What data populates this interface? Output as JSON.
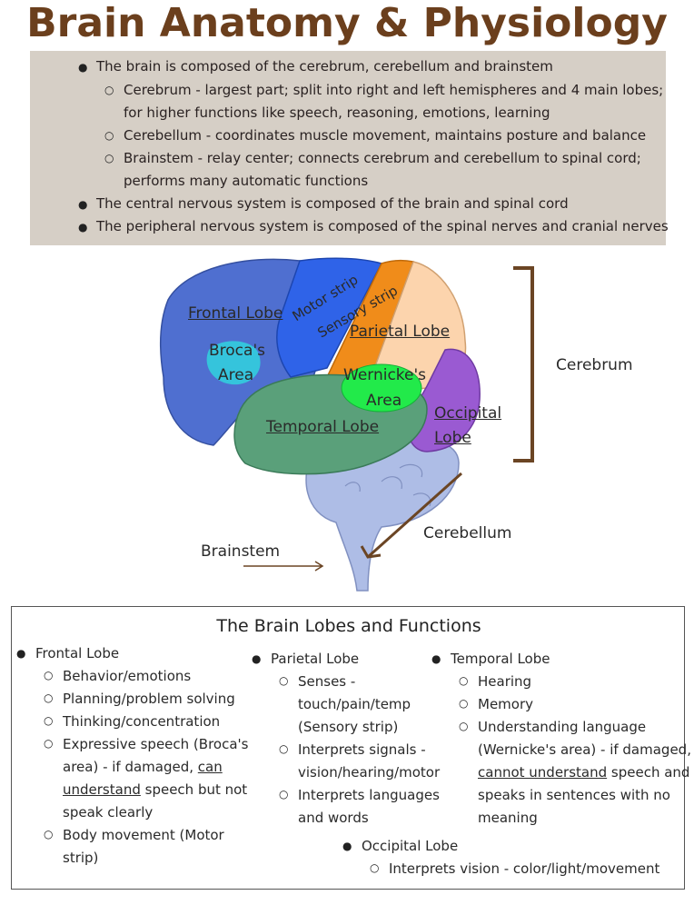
{
  "title": "Brain Anatomy & Physiology",
  "overview": {
    "b1": "The brain is composed of the cerebrum, cerebellum and brainstem",
    "s1a": "Cerebrum -  largest part; split into right and left hemispheres and 4 main lobes;",
    "s1b": "for higher functions like speech, reasoning, emotions, learning",
    "s2": "Cerebellum - coordinates muscle movement, maintains posture and balance",
    "s3a": "Brainstem - relay center; connects cerebrum and cerebellum to spinal cord;",
    "s3b": "performs many automatic functions",
    "b2": "The central nervous system is composed of the brain and spinal cord",
    "b3": "The peripheral nervous system is composed of the spinal nerves and cranial nerves"
  },
  "diagram": {
    "frontal": "Frontal Lobe",
    "broca1": "Broca's",
    "broca2": "Area",
    "motor": "Motor strip",
    "sensory": "Sensory strip",
    "parietal": "Parietal Lobe",
    "wernicke1": "Wernicke's",
    "wernicke2": "Area",
    "temporal": "Temporal Lobe",
    "occipital1": "Occipital",
    "occipital2": "Lobe",
    "cerebrum": "Cerebrum",
    "cerebellum": "Cerebellum",
    "brainstem": "Brainstem",
    "colors": {
      "frontal": "#4f6fd0",
      "motor": "#2f63e8",
      "sensory": "#f08c1a",
      "parietal": "#fcd4ad",
      "occipital": "#9a5ad2",
      "temporal": "#5aa07a",
      "wernicke": "#22ea4a",
      "broca": "#35c4dc",
      "stem": "#aebde6",
      "bracket": "#6b4524"
    }
  },
  "functions": {
    "heading": "The Brain Lobes and Functions",
    "frontal": {
      "name": "Frontal Lobe",
      "i1": "Behavior/emotions",
      "i2": "Planning/problem solving",
      "i3": "Thinking/concentration",
      "i4a": "Expressive speech (Broca's",
      "i4b_pre": "area) - if damaged, ",
      "i4b_u": "can",
      "i4c_u": "understand",
      "i4c_post": " speech but not",
      "i4d": "speak clearly",
      "i5a": "Body movement (Motor",
      "i5b": "strip)"
    },
    "parietal": {
      "name": "Parietal Lobe",
      "i1a": "Senses -",
      "i1b": "touch/pain/temp",
      "i1c": "(Sensory strip)",
      "i2a": "Interprets signals -",
      "i2b": "vision/hearing/motor",
      "i3a": "Interprets languages",
      "i3b": "and words"
    },
    "temporal": {
      "name": "Temporal Lobe",
      "i1": "Hearing",
      "i2": "Memory",
      "i3a": "Understanding language",
      "i3b": "(Wernicke's area) - if damaged,",
      "i3c_u": "cannot understand",
      "i3c_post": " speech and",
      "i3d": "speaks in sentences with no",
      "i3e": "meaning"
    },
    "occipital": {
      "name": "Occipital Lobe",
      "i1": "Interprets vision - color/light/movement"
    }
  }
}
